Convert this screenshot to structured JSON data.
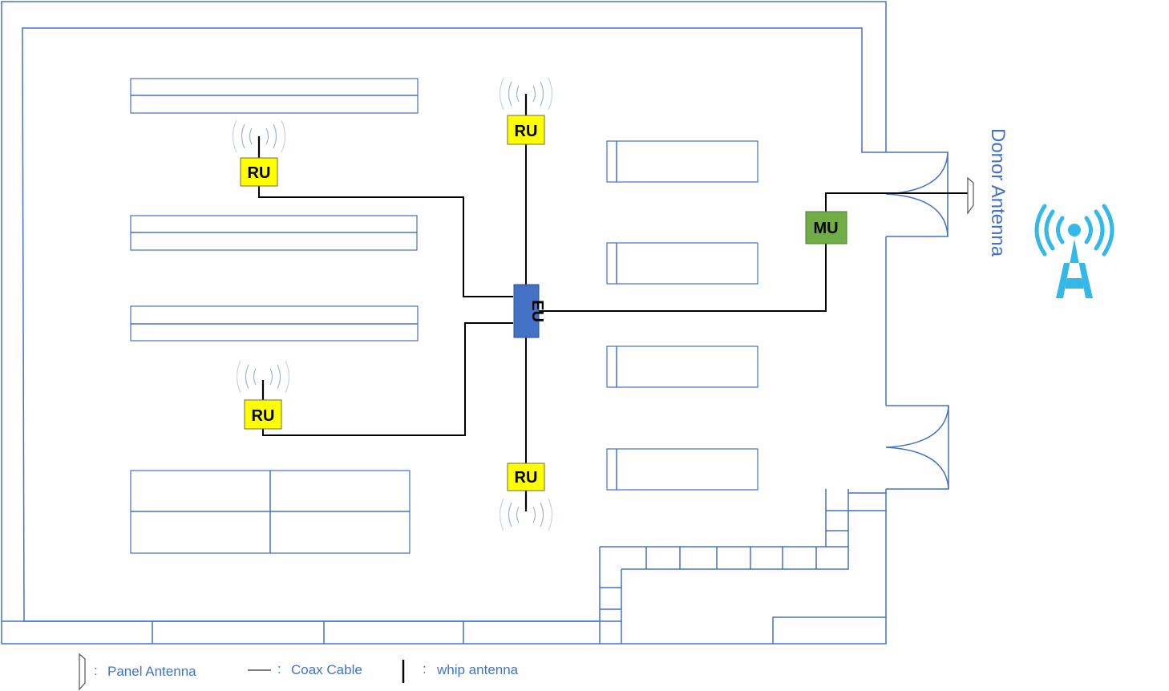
{
  "units": {
    "ru_top_left": "RU",
    "ru_top_center": "RU",
    "ru_bottom_left": "RU",
    "ru_bottom_center": "RU",
    "eu": "EU",
    "mu": "MU"
  },
  "donor_label": "Donor Antenna",
  "legend": {
    "separator": ":",
    "panel_antenna": "Panel Antenna",
    "coax_cable": "Coax Cable",
    "whip_antenna": "whip antenna"
  },
  "colors": {
    "wall": "#4472c4",
    "ru_fill": "#ffff00",
    "eu_fill": "#4472c4",
    "mu_fill": "#70ad47",
    "tower_icon": "#33b8e8",
    "cable": "#000000"
  },
  "icons": [
    "whip-antenna-icon",
    "panel-antenna-icon",
    "cell-tower-icon",
    "signal-waves-icon"
  ]
}
